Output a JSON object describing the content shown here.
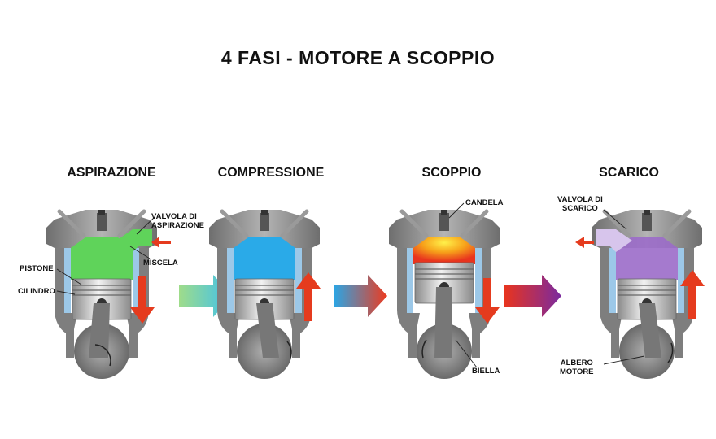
{
  "title": "4 FASI - MOTORE A SCOPPIO",
  "phases": [
    {
      "name": "ASPIRAZIONE",
      "chamber_color": "#5fd35a",
      "piston_motion": "down"
    },
    {
      "name": "COMPRESSIONE",
      "chamber_color": "#2aaae8",
      "piston_motion": "up"
    },
    {
      "name": "SCOPPIO",
      "chamber_color": "#f5b21a",
      "piston_motion": "down"
    },
    {
      "name": "SCARICO",
      "chamber_color": "#9b6cc9",
      "piston_motion": "up"
    }
  ],
  "labels": {
    "valvola_aspirazione_1": "VALVOLA DI",
    "valvola_aspirazione_2": "ASPIRAZIONE",
    "miscela": "MISCELA",
    "pistone": "PISTONE",
    "cilindro": "CILINDRO",
    "candela": "CANDELA",
    "biella": "BIELLA",
    "valvola_scarico_1": "VALVOLA DI",
    "valvola_scarico_2": "SCARICO",
    "albero_1": "ALBERO",
    "albero_2": "MOTORE"
  },
  "colors": {
    "arrow_red": "#e53b1e",
    "engine_gray": "#8c8c8c",
    "cylinder_blue": "#9cc8e8"
  }
}
